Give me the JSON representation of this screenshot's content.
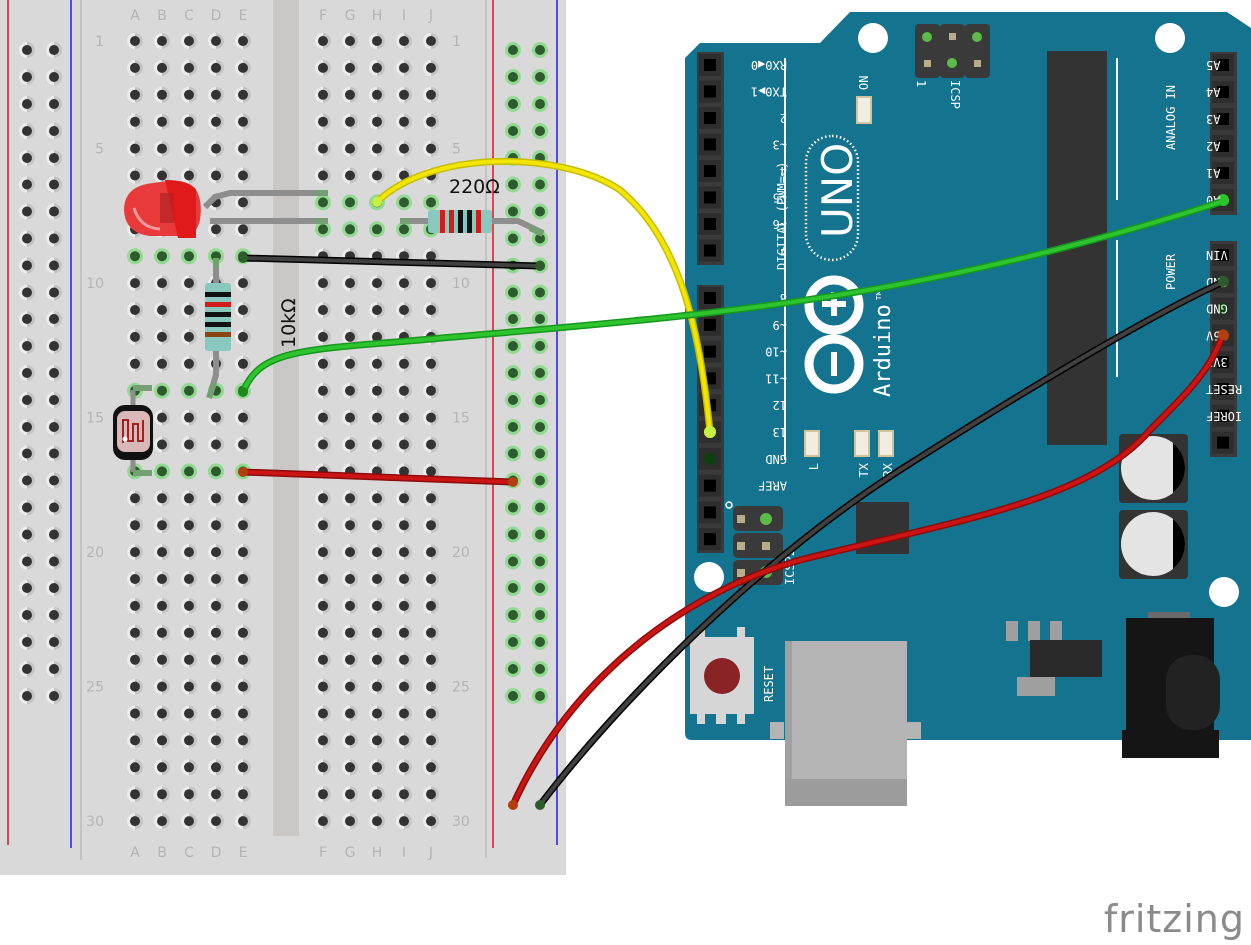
{
  "app": {
    "logo_text": "fritzing"
  },
  "breadboard": {
    "column_labels_left": [
      "A",
      "B",
      "C",
      "D",
      "E"
    ],
    "column_labels_right": [
      "F",
      "G",
      "H",
      "I",
      "J"
    ],
    "row_labels": [
      "1",
      "5",
      "10",
      "15",
      "20",
      "25",
      "30"
    ],
    "row_count": 30,
    "colors": {
      "body": "#d9d9d9",
      "hole": "#333333",
      "hole_active": "#2d5b2d",
      "hole_active_ring": "#93d993",
      "rail_red": "#e0191b",
      "rail_blue": "#1f1fe8",
      "label": "#b4b4b4"
    }
  },
  "components": {
    "led": {
      "name": "Red LED",
      "color": "#e83a3a"
    },
    "resistor_led": {
      "label": "220Ω",
      "bands": [
        "#d21b1b",
        "#d21b1b",
        "#111111",
        "#111111",
        "#d21b1b"
      ]
    },
    "resistor_ldr": {
      "label": "10kΩ",
      "bands": [
        "#111111",
        "#d21b1b",
        "#111111",
        "#111111",
        "#8b4513"
      ]
    },
    "photoresistor": {
      "name": "Photocell (LDR)"
    }
  },
  "wires": [
    {
      "name": "yellow-wire",
      "color": "#f2e600",
      "from": "Breadboard H7",
      "to": "Arduino D13"
    },
    {
      "name": "green-wire",
      "color": "#2ec42e",
      "from": "Breadboard E14",
      "to": "Arduino A0"
    },
    {
      "name": "black-wire-bb",
      "color": "#404040",
      "from": "Breadboard E9",
      "to": "GND rail"
    },
    {
      "name": "red-wire-bb",
      "color": "#cc1414",
      "from": "Breadboard E17",
      "to": "5V rail"
    },
    {
      "name": "black-wire-arduino",
      "color": "#404040",
      "from": "GND rail",
      "to": "Arduino GND"
    },
    {
      "name": "red-wire-arduino",
      "color": "#cc1414",
      "from": "5V rail",
      "to": "Arduino 5V"
    }
  ],
  "arduino": {
    "board_color": "#14738f",
    "model_label": "UNO",
    "brand_label": "Arduino",
    "trademark": "TM",
    "digital_header_label": "DIGITAL (PWM=~)",
    "analog_header_label": "ANALOG IN",
    "power_header_label": "POWER",
    "icsp_label": "ICSP",
    "icsp2_label": "ICSP2",
    "icsp_pin1_label": "1",
    "on_led_label": "ON",
    "led_labels": [
      "L",
      "TX",
      "RX"
    ],
    "reset_label": "RESET",
    "digital_pins_top": [
      "RX0◀0",
      "TX0▶1",
      "2",
      "~3",
      "4",
      "~5",
      "~6",
      "7"
    ],
    "digital_pins_bottom": [
      "8",
      "~9",
      "~10",
      "~11",
      "12",
      "13",
      "GND",
      "AREF"
    ],
    "analog_pins": [
      "A5",
      "A4",
      "A3",
      "A2",
      "A1",
      "A0"
    ],
    "power_pins": [
      "VIN",
      "GND",
      "GND",
      "5V",
      "3V3",
      "RESET",
      "IOREF",
      ""
    ]
  }
}
